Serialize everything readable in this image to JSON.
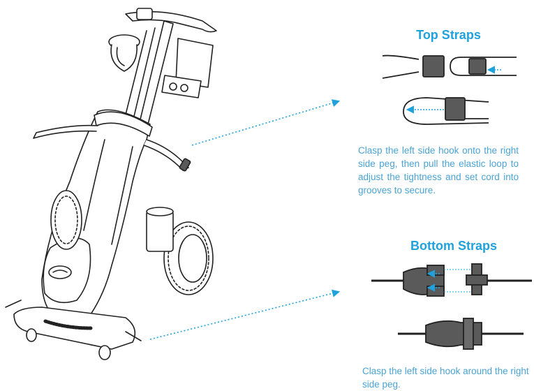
{
  "top_straps": {
    "heading": "Top Straps",
    "caption": "Clasp the left side hook onto the right side peg, then pull the elastic loop to adjust the tightness and set cord into grooves to secure."
  },
  "bottom_straps": {
    "heading": "Bottom Straps",
    "caption": "Clasp the left side hook around the right side peg."
  },
  "colors": {
    "accent": "#1fa2dc",
    "caption_text": "#4aa3d4",
    "line_art": "#222222",
    "part_fill": "#5a5a5a"
  },
  "icons": {
    "trolley": "golf-trolley-illustration",
    "top_clasp": "strap-clasp-icon",
    "bottom_clasp": "strap-hook-icon"
  }
}
